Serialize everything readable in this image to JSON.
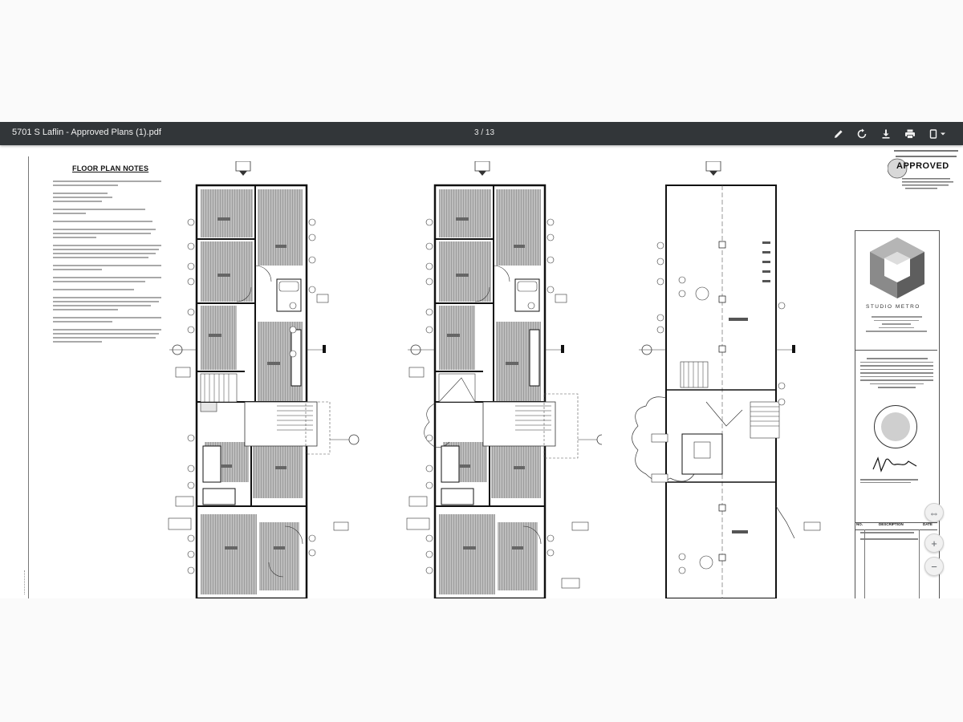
{
  "toolbar": {
    "title": "5701 S Laflin - Approved Plans (1).pdf",
    "page_indicator": "3 / 13",
    "icons": [
      "pen-icon",
      "rotate-icon",
      "download-icon",
      "print-icon",
      "bookmark-icon",
      "chevron-down-icon"
    ]
  },
  "notes": {
    "title": "FLOOR PLAN NOTES"
  },
  "titleblock": {
    "stamp": "APPROVED",
    "brand": "STUDIO METRO",
    "rev_headers": {
      "no": "NO.",
      "description": "DESCRIPTION",
      "date": "DATE"
    }
  },
  "zoom": {
    "fit": "⇔",
    "in": "+",
    "out": "−"
  },
  "colors": {
    "toolbar_bg": "#323639",
    "page_bg": "#ffffff",
    "hatch": "#9a9a9a",
    "wall": "#111111"
  }
}
